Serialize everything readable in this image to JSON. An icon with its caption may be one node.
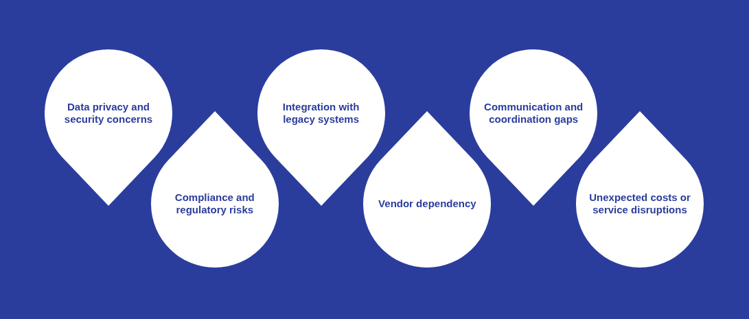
{
  "diagram": {
    "nodes": [
      {
        "text": [
          "Data privacy and security concerns"
        ]
      },
      {
        "text": [
          "Compliance and regulatory risks"
        ]
      },
      {
        "text": [
          "Integration with legacy systems"
        ]
      },
      {
        "text": [
          "Vendor dependency"
        ]
      },
      {
        "text": [
          "Communication and coordination gaps"
        ]
      },
      {
        "text": [
          "Unexpected costs or service disruptions"
        ]
      }
    ]
  }
}
